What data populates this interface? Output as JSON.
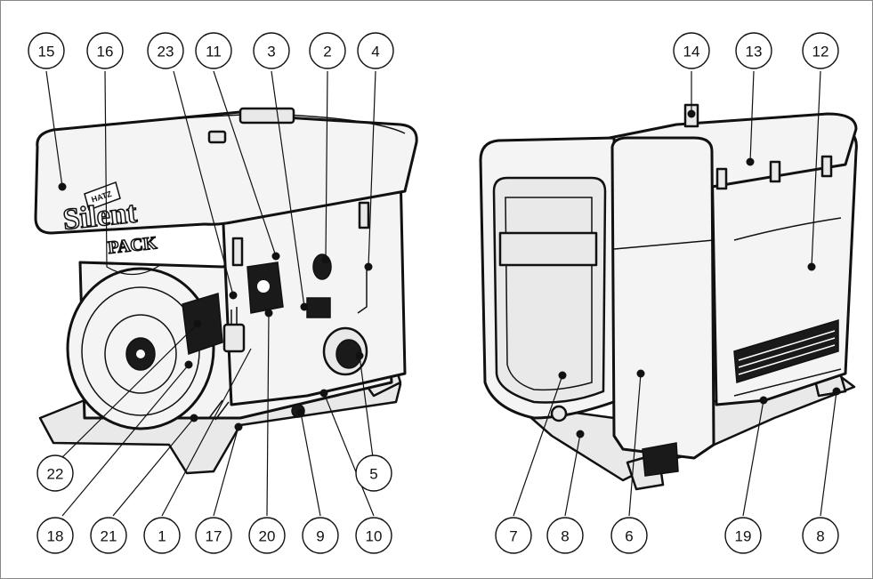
{
  "colors": {
    "line": "#111111",
    "background": "#ffffff",
    "panel": "#f4f4f4"
  },
  "brand": {
    "maker": "HATZ",
    "product_line1": "Silent",
    "product_line2": "PACK"
  },
  "callouts": [
    {
      "id": "c15",
      "label": "15"
    },
    {
      "id": "c16",
      "label": "16"
    },
    {
      "id": "c23",
      "label": "23"
    },
    {
      "id": "c11",
      "label": "11"
    },
    {
      "id": "c3",
      "label": "3"
    },
    {
      "id": "c2",
      "label": "2"
    },
    {
      "id": "c4",
      "label": "4"
    },
    {
      "id": "c22",
      "label": "22"
    },
    {
      "id": "c5",
      "label": "5"
    },
    {
      "id": "c18",
      "label": "18"
    },
    {
      "id": "c21",
      "label": "21"
    },
    {
      "id": "c1",
      "label": "1"
    },
    {
      "id": "c17",
      "label": "17"
    },
    {
      "id": "c20",
      "label": "20"
    },
    {
      "id": "c9",
      "label": "9"
    },
    {
      "id": "c10",
      "label": "10"
    },
    {
      "id": "c14",
      "label": "14"
    },
    {
      "id": "c13",
      "label": "13"
    },
    {
      "id": "c12",
      "label": "12"
    },
    {
      "id": "c7",
      "label": "7"
    },
    {
      "id": "c8a",
      "label": "8"
    },
    {
      "id": "c6",
      "label": "6"
    },
    {
      "id": "c19",
      "label": "19"
    },
    {
      "id": "c8b",
      "label": "8"
    }
  ]
}
